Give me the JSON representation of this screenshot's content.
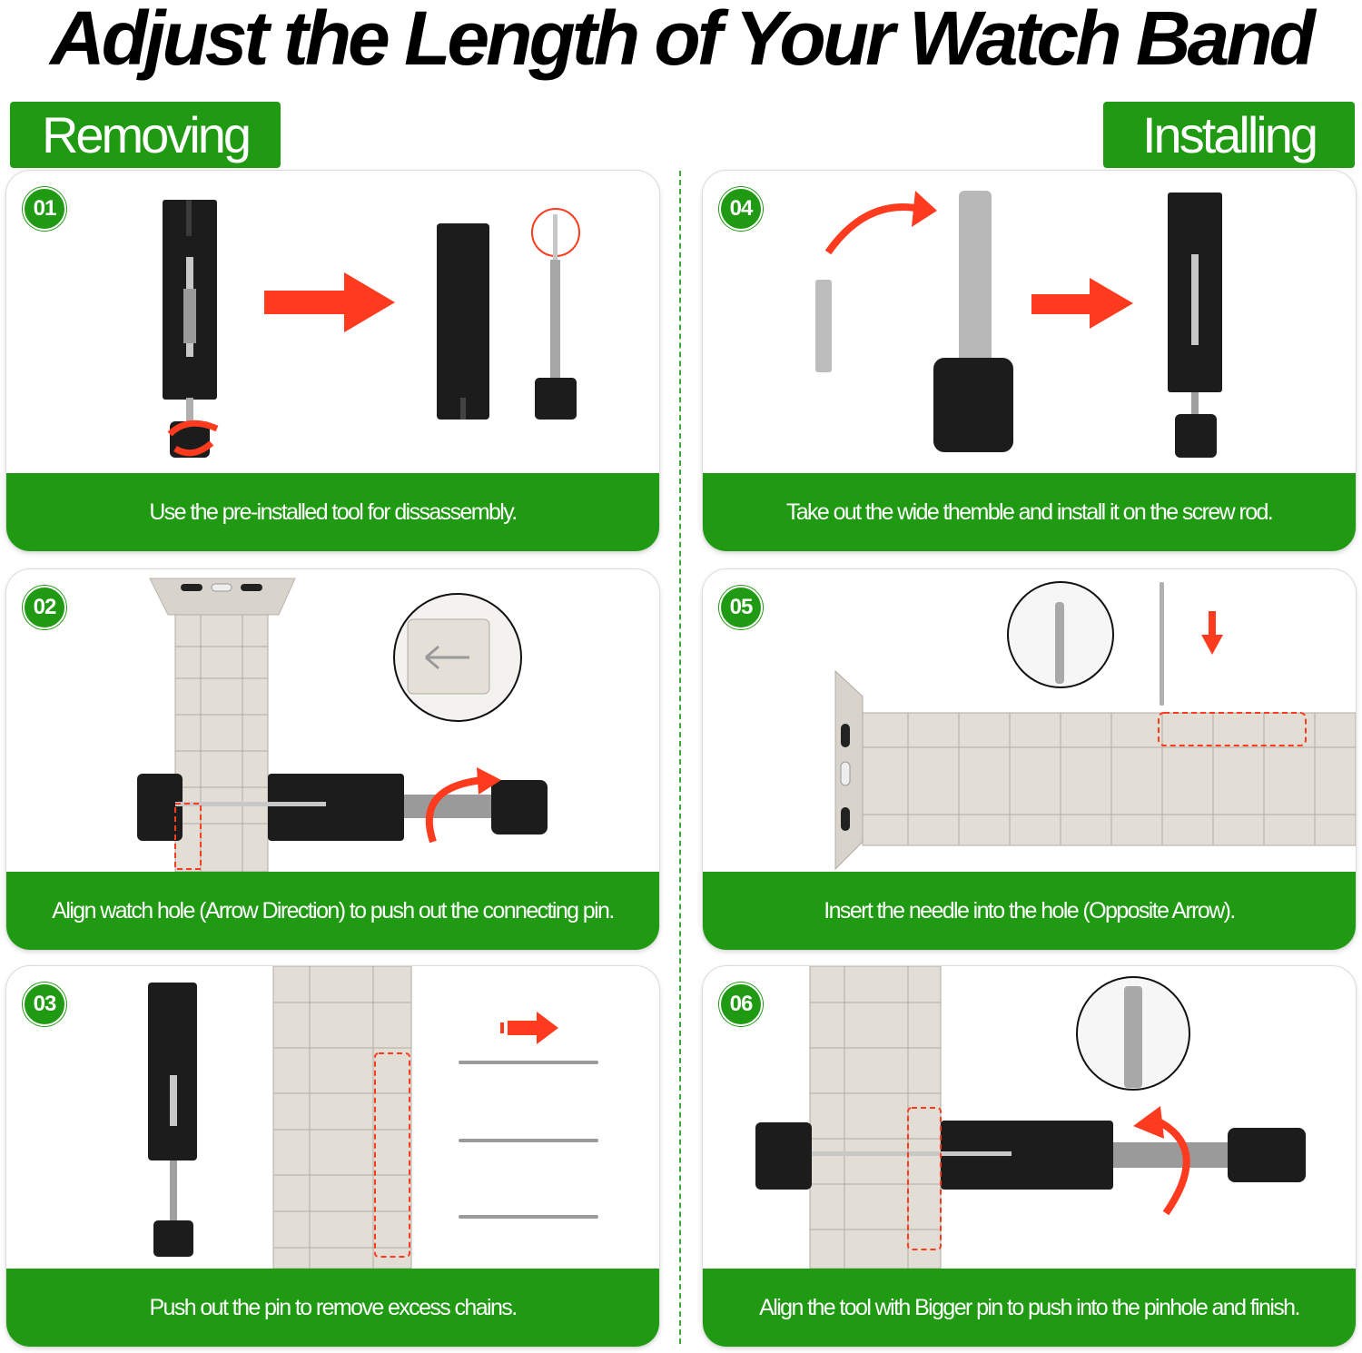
{
  "title": "Adjust the Length of Your Watch Band",
  "sections": {
    "removing": "Removing",
    "installing": "Installing"
  },
  "colors": {
    "brand_green": "#1f9a12",
    "accent_red": "#ff3b1f",
    "tool_black": "#1c1c1c",
    "steel": "#d8d4cc"
  },
  "steps": [
    {
      "number": "01",
      "caption": "Use the pre-installed tool for dissassembly."
    },
    {
      "number": "02",
      "caption": "Align watch hole (Arrow Direction) to push out the connecting pin."
    },
    {
      "number": "03",
      "caption": "Push out the pin to remove excess chains."
    },
    {
      "number": "04",
      "caption": "Take out the wide themble and install it on the screw rod."
    },
    {
      "number": "05",
      "caption": "Insert the needle into the hole (Opposite Arrow)."
    },
    {
      "number": "06",
      "caption": "Align the tool with Bigger pin to push into the pinhole and finish."
    }
  ]
}
